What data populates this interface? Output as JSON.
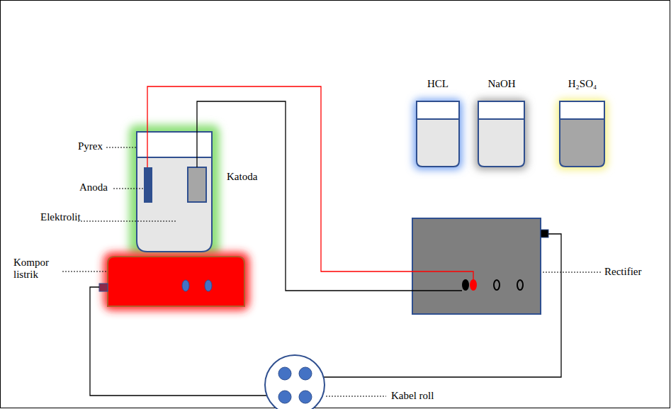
{
  "diagram": {
    "nodes": [
      {
        "text": [
          "HCL"
        ]
      },
      {
        "text": [
          "NaOH"
        ]
      },
      {
        "text": [
          "H₂SO₄"
        ]
      }
    ],
    "labels": [
      "Pyrex",
      "Anoda",
      "Elektrolit",
      "Katoda",
      "Kompor listrik",
      "Rectifier",
      "Kabel roll"
    ]
  }
}
